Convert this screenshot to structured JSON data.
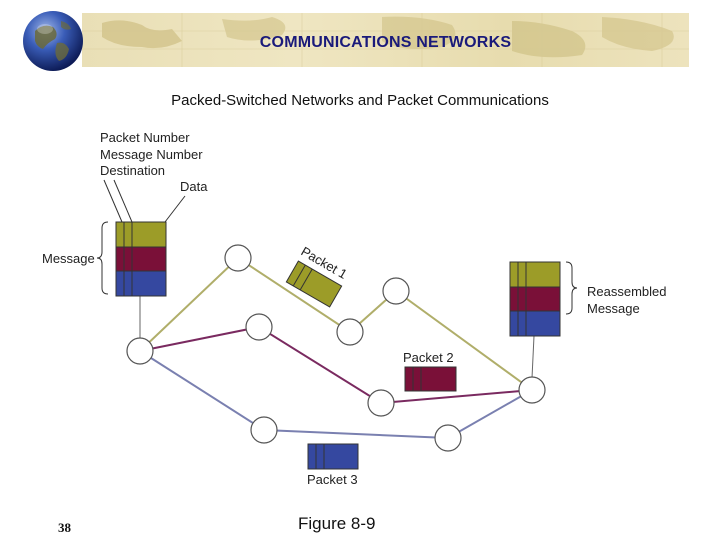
{
  "header": {
    "title": "COMMUNICATIONS NETWORKS",
    "subtitle": "Packed-Switched Networks and Packet Communications"
  },
  "diagram": {
    "labels": {
      "packet_number": "Packet Number",
      "message_number": "Message Number",
      "destination": "Destination",
      "data": "Data",
      "message": "Message",
      "reassembled_line1": "Reassembled",
      "reassembled_line2": "Message",
      "packet1": "Packet 1",
      "packet2": "Packet 2",
      "packet3": "Packet 3"
    },
    "colors": {
      "olive": "#9c9c28",
      "maroon": "#7a1038",
      "blue": "#3548a0",
      "route_olive": "#b0ae6a",
      "route_maroon": "#7a2a60",
      "route_blue": "#7a80b0",
      "node_stroke": "#555555"
    }
  },
  "footer": {
    "slide_number": "38",
    "figure": "Figure 8-9"
  }
}
